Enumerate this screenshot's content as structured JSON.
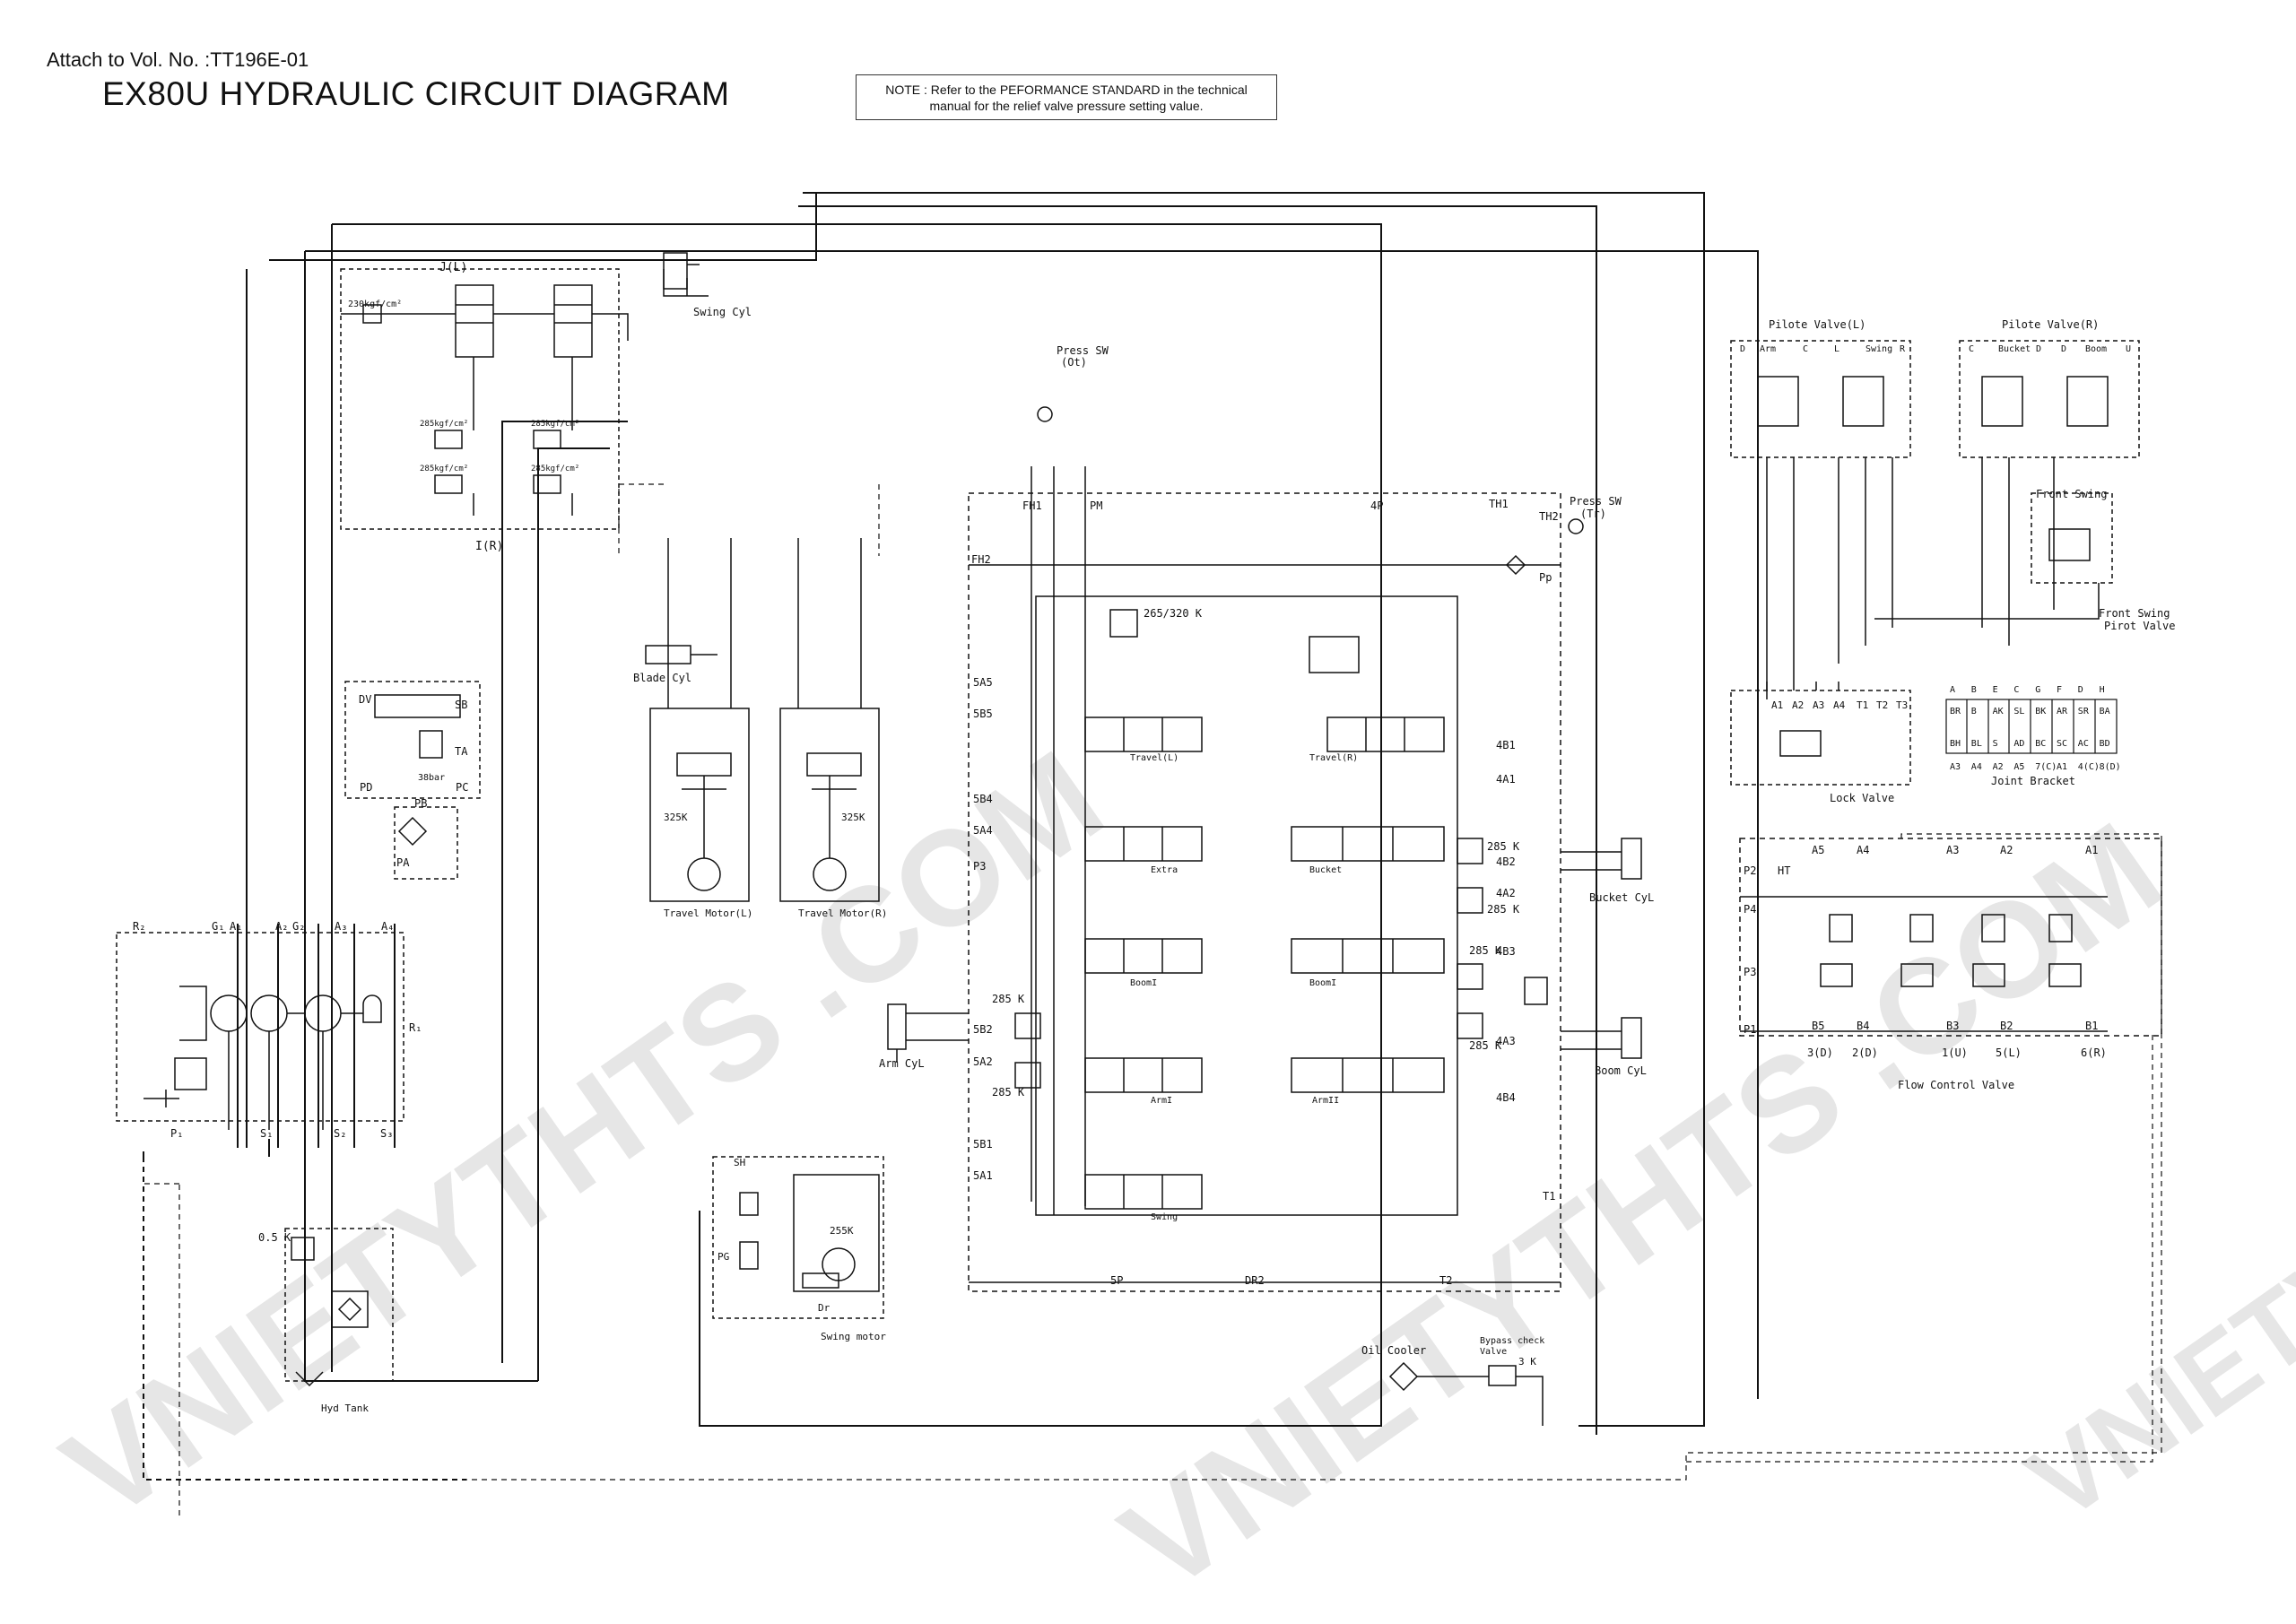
{
  "header": {
    "attach_ref": "Attach to Vol. No. :TT196E-01",
    "title": "EX80U HYDRAULIC CIRCUIT DIAGRAM",
    "note_line1": "NOTE : Refer to the PEFORMANCE STANDARD in the technical",
    "note_line2": "manual for the relief valve pressure setting value."
  },
  "watermarks": [
    "VNIETYTHTS .COM",
    "VNIETYTHTS .COM",
    "VNIETYTHTS .COM"
  ],
  "components": {
    "swing_cyl": "Swing Cyl",
    "blade_cyl": "Blade Cyl",
    "travel_motor_l": "Travel Motor(L)",
    "travel_motor_r": "Travel Motor(R)",
    "arm_cyl": "Arm CyL",
    "bucket_cyl": "Bucket CyL",
    "boom_cyl": "Boom CyL",
    "swing_motor": "Swing motor",
    "hyd_tank": "Hyd Tank",
    "oil_cooler": "Oil Cooler",
    "bypass_check_1": "Bypass check",
    "bypass_check_2": "Valve",
    "pilot_valve_l": "Pilote Valve(L)",
    "pilot_valve_r": "Pilote Valve(R)",
    "front_swing": "Front Swing",
    "front_swing_pilot_1": "Front Swing",
    "front_swing_pilot_2": "Pirot Valve",
    "lock_valve": "Lock Valve",
    "joint_bracket": "Joint Bracket",
    "flow_control_valve": "Flow Control Valve",
    "press_sw_ot": "Press SW",
    "press_sw_ot_sub": "(Ot)",
    "press_sw_tr": "Press SW",
    "press_sw_tr_sub": "(Tr)"
  },
  "spools": {
    "travel_l": "Travel(L)",
    "travel_r": "Travel(R)",
    "extra": "Extra",
    "bucket": "Bucket",
    "boom1": "BoomI",
    "boom2": "BoomI",
    "arm1": "ArmI",
    "arm2": "ArmII",
    "swing": "Swing"
  },
  "settings": {
    "relief_265_320": "265/320 K",
    "k285_a": "285 K",
    "k285_b": "285 K",
    "k285_c": "285 K",
    "k285_d": "285 K",
    "k285_e": "285 K",
    "k285_f": "285 K",
    "k325_l": "325K",
    "k325_r": "325K",
    "k255": "255K",
    "k05": "0.5 K",
    "k3": "3 K",
    "kgf230": "230kgf/cm²",
    "kgf285_1": "285kgf/cm²",
    "kgf285_2": "285kgf/cm²",
    "kgf285_3": "285kgf/cm²",
    "kgf285_4": "285kgf/cm²",
    "bar38": "38bar"
  },
  "ports": {
    "jl": "J(L)",
    "ir": "I(R)",
    "fh1": "FH1",
    "pm": "PM",
    "p4": "4P",
    "th1": "TH1",
    "th2": "TH2",
    "fh2": "FH2",
    "pp": "Pp",
    "s5a5": "5A5",
    "s5b5": "5B5",
    "s5b4": "5B4",
    "s5a4": "5A4",
    "p3": "P3",
    "s5b2": "5B2",
    "s5a2": "5A2",
    "s5b1": "5B1",
    "s5a1": "5A1",
    "s4b1": "4B1",
    "s4a1": "4A1",
    "s4b2": "4B2",
    "s4a2": "4A2",
    "s4b3": "4B3",
    "s4a3": "4A3",
    "s4b4": "4B4",
    "p5": "5P",
    "dr2": "DR2",
    "t2": "T2",
    "t1": "T1",
    "r2": "R₂",
    "g1": "G₁",
    "a1": "A₁",
    "a2": "A₂",
    "g2": "G₂",
    "a3": "A₃",
    "a4": "A₄",
    "r1": "R₁",
    "p1": "P₁",
    "s1": "S₁",
    "s2": "S₂",
    "s3": "S₃",
    "pd": "PD",
    "pc": "PC",
    "pb": "PB",
    "pa": "PA",
    "sb": "SB",
    "ta": "TA",
    "dv": "DV",
    "sh": "SH",
    "pg": "PG",
    "dr": "Dr",
    "fcv_p2": "P2",
    "fcv_p4": "P4",
    "fcv_p3": "P3",
    "fcv_p1": "P1",
    "fcv_ht": "HT",
    "fcv_top": [
      "A5",
      "A4",
      "A3",
      "A2",
      "A1"
    ],
    "fcv_bot": [
      "B5",
      "B4",
      "B3",
      "B2",
      "B1"
    ],
    "fcv_sub": [
      "3(D)",
      "2(D)",
      "1(U)",
      "5(L)",
      "6(R)"
    ],
    "jb_top": [
      "A",
      "B",
      "E",
      "C",
      "G",
      "F",
      "D",
      "H"
    ],
    "jb_mid1": [
      "BR",
      "B",
      "AK",
      "SL",
      "BK",
      "AR",
      "SR",
      "BA"
    ],
    "jb_mid2": [
      "BH",
      "BL",
      "S",
      "AD",
      "BC",
      "SC",
      "AC",
      "BD"
    ],
    "jb_bot": [
      "A3",
      "A4",
      "A2",
      "A5",
      "7(C)",
      "A1",
      "4(C)",
      "8(D)"
    ],
    "lock_ports": [
      "A1",
      "A2",
      "A3",
      "A4",
      "T1",
      "T2",
      "T3"
    ],
    "pv_l_top": [
      "D",
      "Arm",
      "C",
      "L",
      "Swing",
      "R"
    ],
    "pv_r_top": [
      "C",
      "Bucket",
      "D",
      "D",
      "Boom",
      "U"
    ]
  }
}
